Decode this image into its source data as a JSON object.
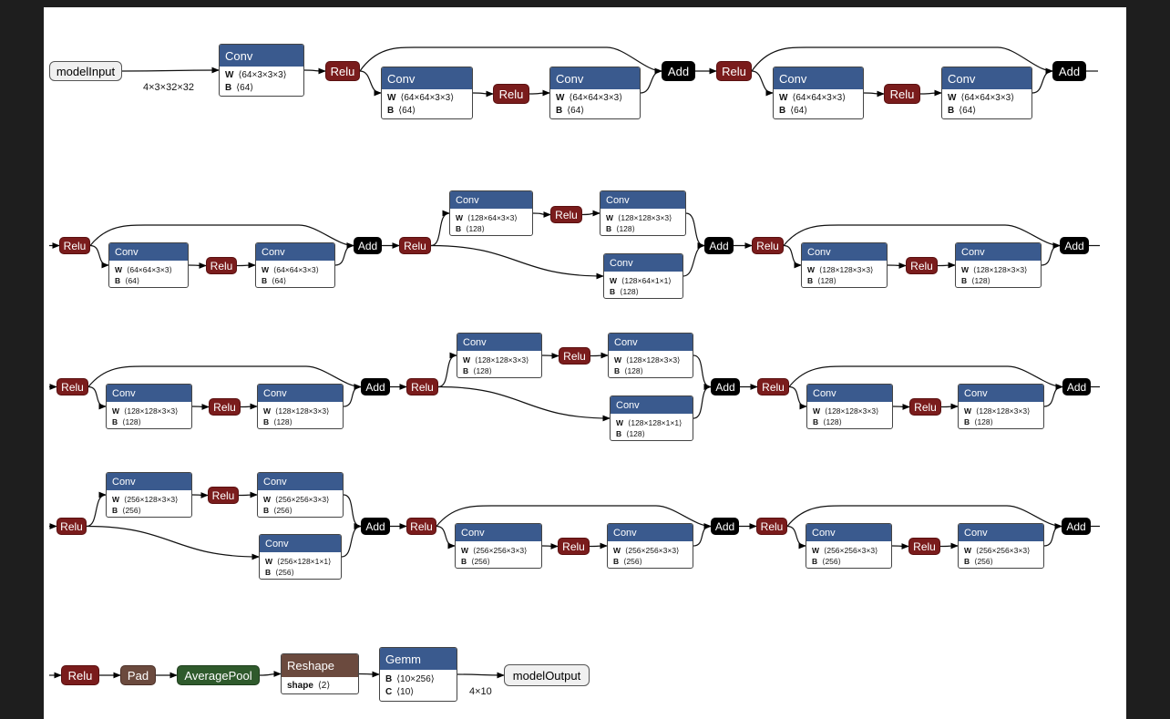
{
  "input": {
    "label": "modelInput",
    "shape": "4×3×32×32"
  },
  "output": {
    "label": "modelOutput",
    "shape": "4×10"
  },
  "op_labels": {
    "conv": "Conv",
    "relu": "Relu",
    "add": "Add",
    "pad": "Pad",
    "avgpool": "AveragePool",
    "reshape": "Reshape",
    "gemm": "Gemm"
  },
  "param_labels": {
    "w": "W",
    "b": "B",
    "c": "C",
    "shape": "shape"
  },
  "conv_params": {
    "c1": {
      "w": "⟨64×3×3×3⟩",
      "b": "⟨64⟩"
    },
    "c2": {
      "w": "⟨64×64×3×3⟩",
      "b": "⟨64⟩"
    },
    "c3": {
      "w": "⟨64×64×3×3⟩",
      "b": "⟨64⟩"
    },
    "c4": {
      "w": "⟨64×64×3×3⟩",
      "b": "⟨64⟩"
    },
    "c5": {
      "w": "⟨64×64×3×3⟩",
      "b": "⟨64⟩"
    },
    "c6": {
      "w": "⟨64×64×3×3⟩",
      "b": "⟨64⟩"
    },
    "c7": {
      "w": "⟨64×64×3×3⟩",
      "b": "⟨64⟩"
    },
    "c8": {
      "w": "⟨128×64×3×3⟩",
      "b": "⟨128⟩"
    },
    "c9": {
      "w": "⟨128×128×3×3⟩",
      "b": "⟨128⟩"
    },
    "c10": {
      "w": "⟨128×64×1×1⟩",
      "b": "⟨128⟩"
    },
    "c11": {
      "w": "⟨128×128×3×3⟩",
      "b": "⟨128⟩"
    },
    "c12": {
      "w": "⟨128×128×3×3⟩",
      "b": "⟨128⟩"
    },
    "c13": {
      "w": "⟨128×128×3×3⟩",
      "b": "⟨128⟩"
    },
    "c14": {
      "w": "⟨128×128×3×3⟩",
      "b": "⟨128⟩"
    },
    "c15": {
      "w": "⟨128×128×3×3⟩",
      "b": "⟨128⟩"
    },
    "c16": {
      "w": "⟨128×128×3×3⟩",
      "b": "⟨128⟩"
    },
    "c17": {
      "w": "⟨128×128×1×1⟩",
      "b": "⟨128⟩"
    },
    "c18": {
      "w": "⟨128×128×3×3⟩",
      "b": "⟨128⟩"
    },
    "c19": {
      "w": "⟨128×128×3×3⟩",
      "b": "⟨128⟩"
    },
    "c20": {
      "w": "⟨256×128×3×3⟩",
      "b": "⟨256⟩"
    },
    "c21": {
      "w": "⟨256×256×3×3⟩",
      "b": "⟨256⟩"
    },
    "c22": {
      "w": "⟨256×128×1×1⟩",
      "b": "⟨256⟩"
    },
    "c23": {
      "w": "⟨256×256×3×3⟩",
      "b": "⟨256⟩"
    },
    "c24": {
      "w": "⟨256×256×3×3⟩",
      "b": "⟨256⟩"
    },
    "c25": {
      "w": "⟨256×256×3×3⟩",
      "b": "⟨256⟩"
    },
    "c26": {
      "w": "⟨256×256×3×3⟩",
      "b": "⟨256⟩"
    }
  },
  "reshape": {
    "shape": "⟨2⟩"
  },
  "gemm": {
    "b": "⟨10×256⟩",
    "c": "⟨10⟩"
  }
}
